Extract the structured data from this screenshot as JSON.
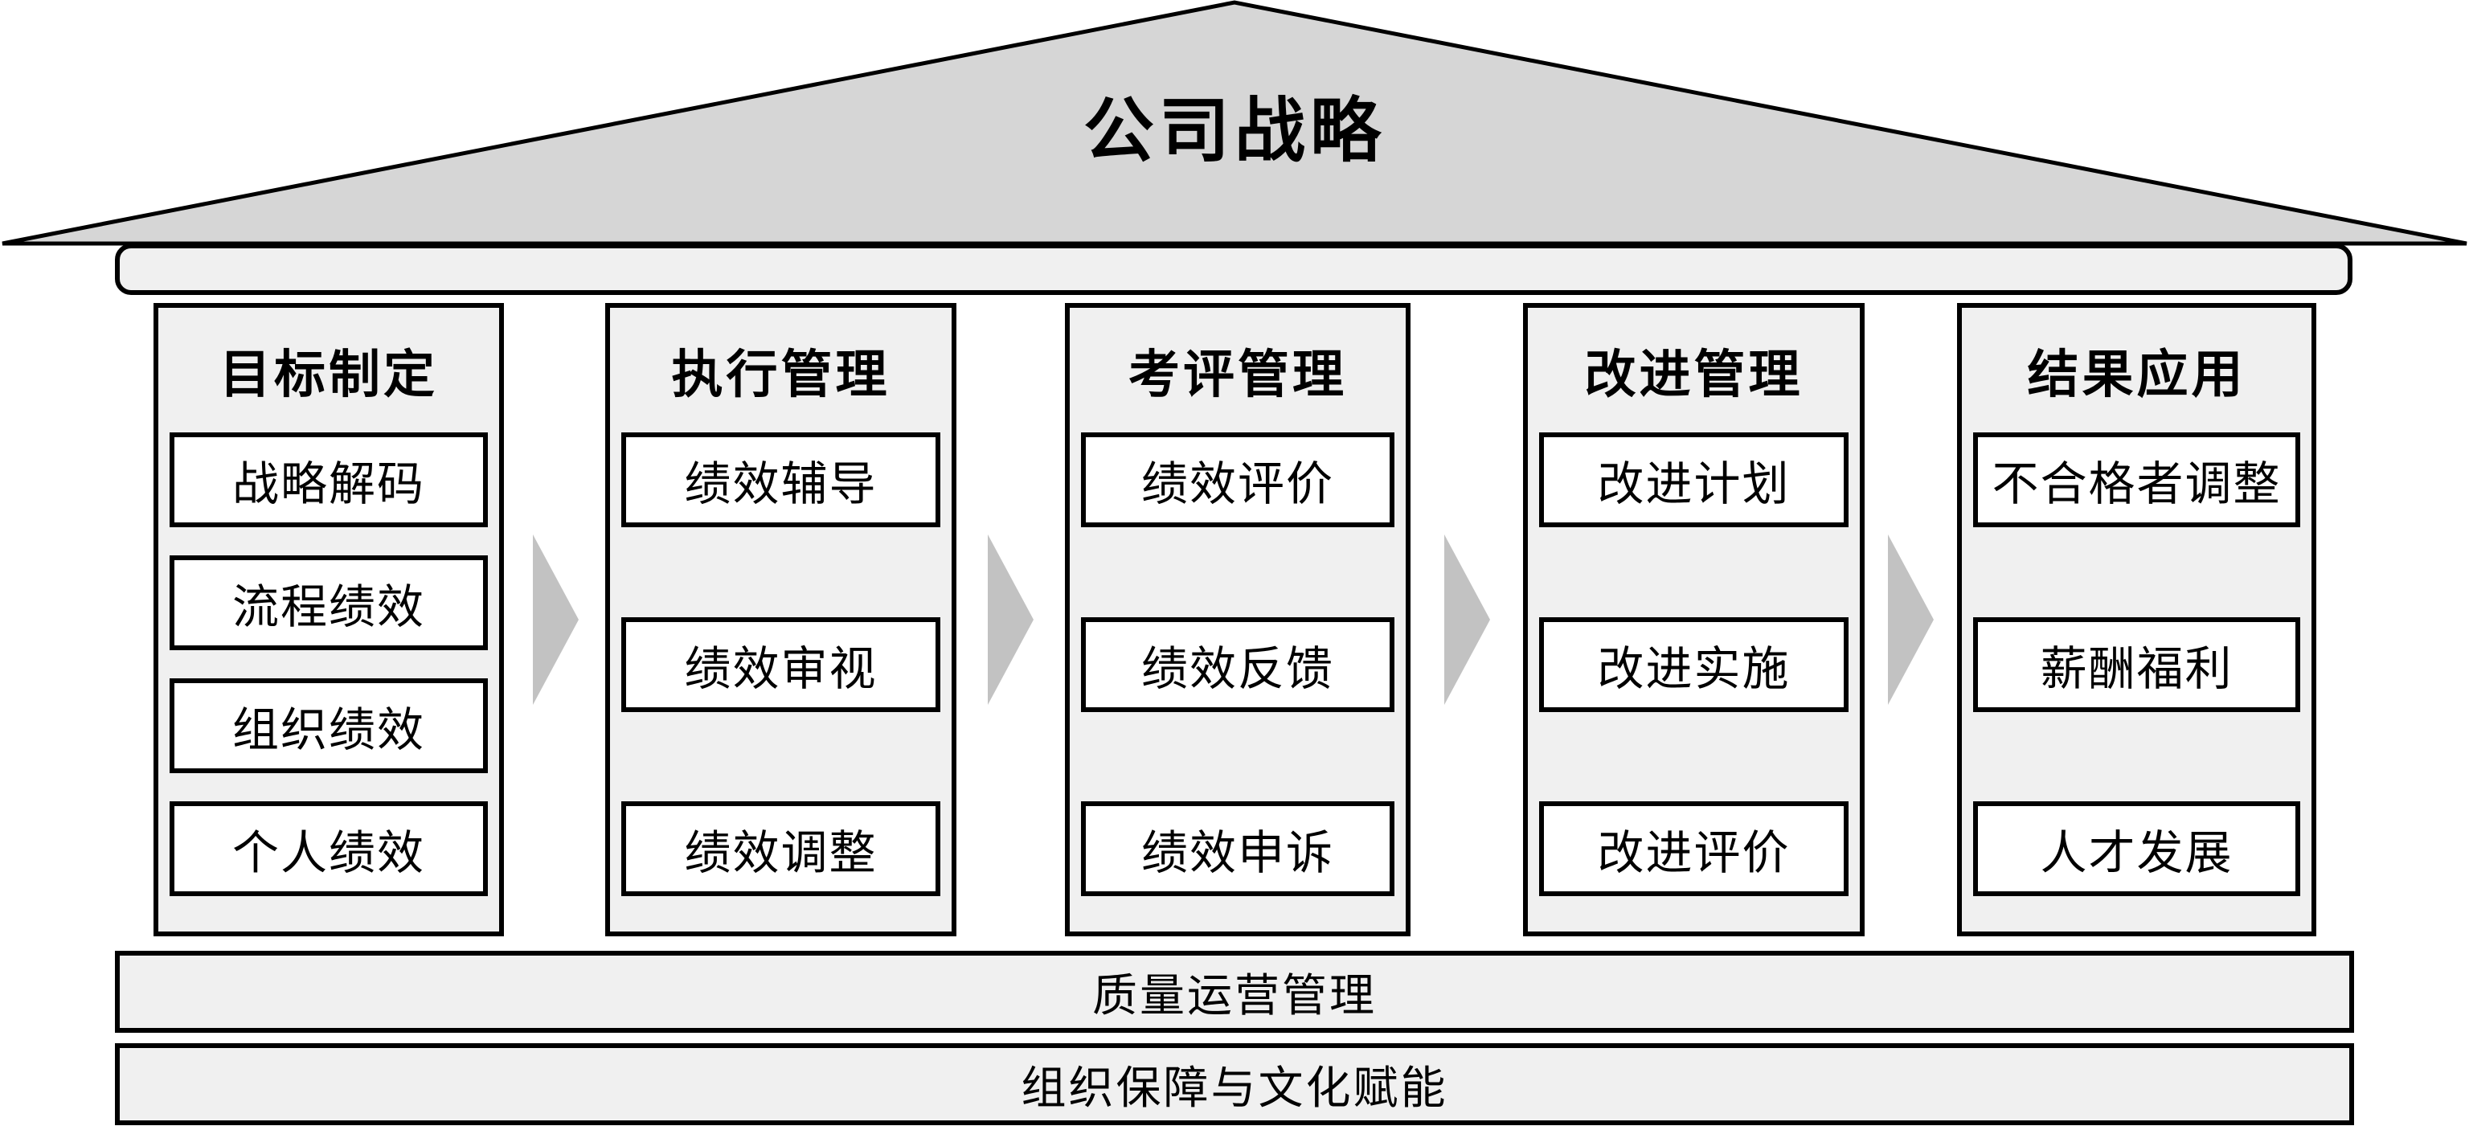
{
  "roof": {
    "title": "公司战略"
  },
  "pillars": [
    {
      "title": "目标制定",
      "boxes": [
        "战略解码",
        "流程绩效",
        "组织绩效",
        "个人绩效"
      ]
    },
    {
      "title": "执行管理",
      "boxes": [
        "绩效辅导",
        "绩效审视",
        "绩效调整"
      ]
    },
    {
      "title": "考评管理",
      "boxes": [
        "绩效评价",
        "绩效反馈",
        "绩效申诉"
      ]
    },
    {
      "title": "改进管理",
      "boxes": [
        "改进计划",
        "改进实施",
        "改进评价"
      ]
    },
    {
      "title": "结果应用",
      "boxes": [
        "不合格者调整",
        "薪酬福利",
        "人才发展"
      ]
    }
  ],
  "foundation_bars": [
    {
      "label": "质量运营管理"
    },
    {
      "label": "组织保障与文化赋能"
    }
  ],
  "colors": {
    "roof_fill": "#d6d6d6",
    "panel_fill": "#f0f0f0",
    "box_fill": "#ffffff",
    "border": "#000000",
    "arrow_fill": "#c2c2c2"
  }
}
